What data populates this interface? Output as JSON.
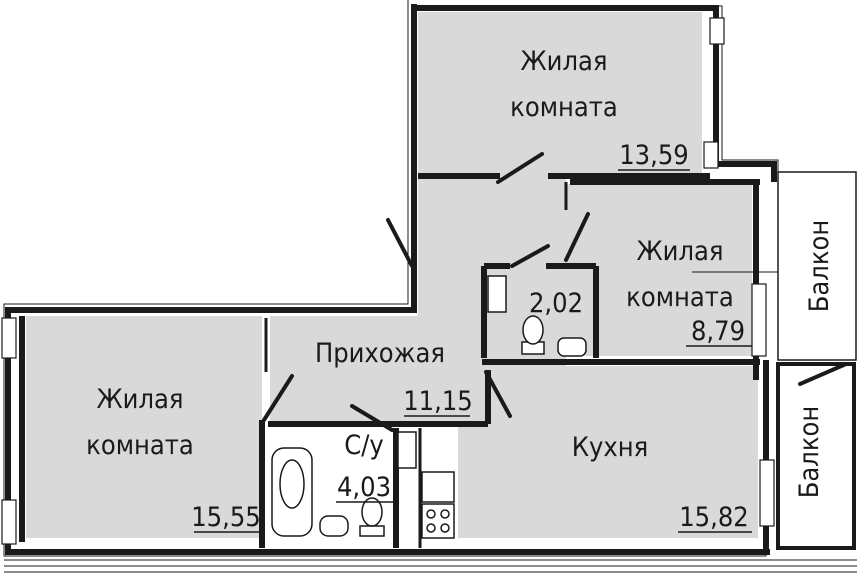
{
  "rooms": {
    "living_top": {
      "name_line1": "Жилая",
      "name_line2": "комната",
      "area": "13,59"
    },
    "living_right": {
      "name_line1": "Жилая",
      "name_line2": "комната",
      "area": "8,79"
    },
    "living_left": {
      "name_line1": "Жилая",
      "name_line2": "комната",
      "area": "15,55"
    },
    "hallway": {
      "name": "Прихожая",
      "area": "11,15"
    },
    "wc": {
      "area": "2,02"
    },
    "bathroom": {
      "name": "С/у",
      "area": "4,03"
    },
    "kitchen": {
      "name": "Кухня",
      "area": "15,82"
    },
    "balcony_upper": {
      "name": "Балкон"
    },
    "balcony_lower": {
      "name": "Балкон"
    }
  }
}
